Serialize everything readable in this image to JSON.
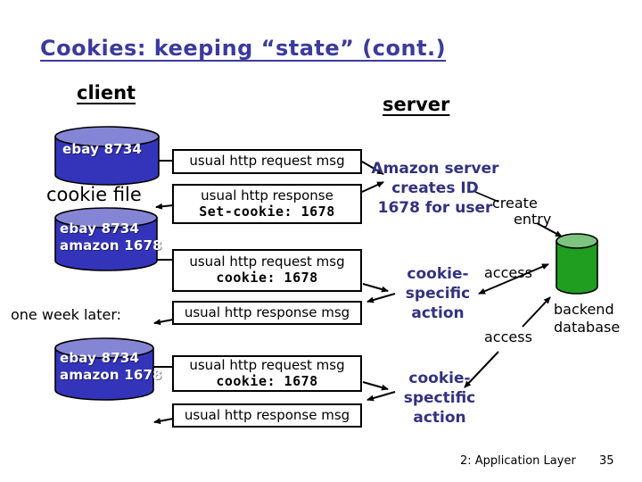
{
  "slide": {
    "title": "Cookies: keeping “state” (cont.)",
    "footer": {
      "section": "2: Application Layer",
      "page": "35"
    }
  },
  "columns": {
    "client_label": "client",
    "server_label": "server"
  },
  "client": {
    "cookie_file_label": "cookie file",
    "one_week_later_label": "one week later:",
    "cookie_files": {
      "c1": {
        "line1": "ebay 8734",
        "line2": ""
      },
      "c2": {
        "line1": "ebay 8734",
        "line2": "amazon 1678"
      },
      "c3": {
        "line1": "ebay 8734",
        "line2": "amazon 1678"
      }
    }
  },
  "messages": {
    "m1": {
      "line1": "usual http request msg"
    },
    "m2": {
      "line1": "usual http response",
      "mono": "Set-cookie: 1678"
    },
    "m3": {
      "line1": "usual http request msg",
      "mono": "cookie: 1678"
    },
    "m4": {
      "line1": "usual http response msg"
    },
    "m5": {
      "line1": "usual http request msg",
      "mono": "cookie: 1678"
    },
    "m6": {
      "line1": "usual http response msg"
    }
  },
  "server": {
    "amazon_note": {
      "l1": "Amazon server",
      "l2": "creates ID",
      "l3": "1678 for user"
    },
    "create_entry": {
      "l1": "create",
      "l2": "entry"
    },
    "access_label_1": "access",
    "access_label_2": "access",
    "backend_database": {
      "l1": "backend",
      "l2": "database"
    },
    "cookie_specific_action": {
      "l1": "cookie-",
      "l2": "specific",
      "l3": "action"
    },
    "cookie_spectific_action": {
      "l1": "cookie-",
      "l2": "spectific",
      "l3": "action"
    }
  },
  "colors": {
    "title_color": "#3b3b9d",
    "note_color": "#32327f",
    "cyl_blue": "#3434bb",
    "cyl_blue_top": "#8585d6",
    "cyl_green": "#1f9e1f",
    "cyl_green_top": "#7cc47f",
    "ink": "#000000"
  }
}
